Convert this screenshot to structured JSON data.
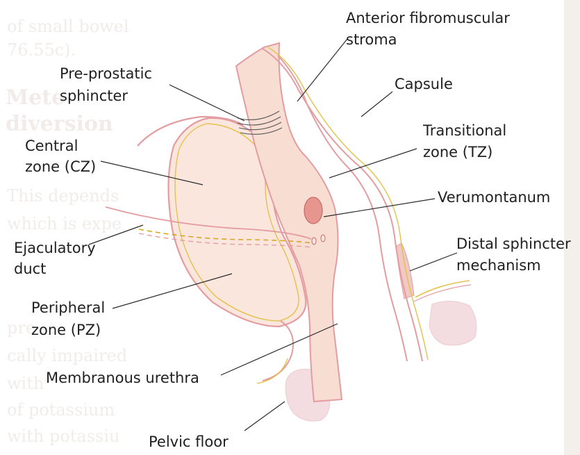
{
  "labels": {
    "anterior_fibromuscular_stroma": [
      "Anterior fibromuscular",
      "stroma"
    ],
    "pre_prostatic_sphincter": [
      "Pre-prostatic",
      "sphincter"
    ],
    "capsule": "Capsule",
    "central_zone": [
      "Central",
      "zone (CZ)"
    ],
    "transitional_zone": [
      "Transitional",
      "zone (TZ)"
    ],
    "verumontanum": "Verumontanum",
    "ejaculatory_duct": [
      "Ejaculatory",
      "duct"
    ],
    "distal_sphincter_mechanism": [
      "Distal sphincter",
      "mechanism"
    ],
    "peripheral_zone": [
      "Peripheral",
      "zone (PZ)"
    ],
    "membranous_urethra": "Membranous urethra",
    "pelvic_floor": "Pelvic floor"
  },
  "colors": {
    "tissue_fill": "#f8ddd3",
    "outline_pink": "#e39ca0",
    "duct_yellow": "#e2c24a",
    "verumontanum_fill": "#e7958f",
    "pelvic_floor_fill": "#f4dde0",
    "background": "#ffffff",
    "label_text": "#1f1f1f"
  }
}
